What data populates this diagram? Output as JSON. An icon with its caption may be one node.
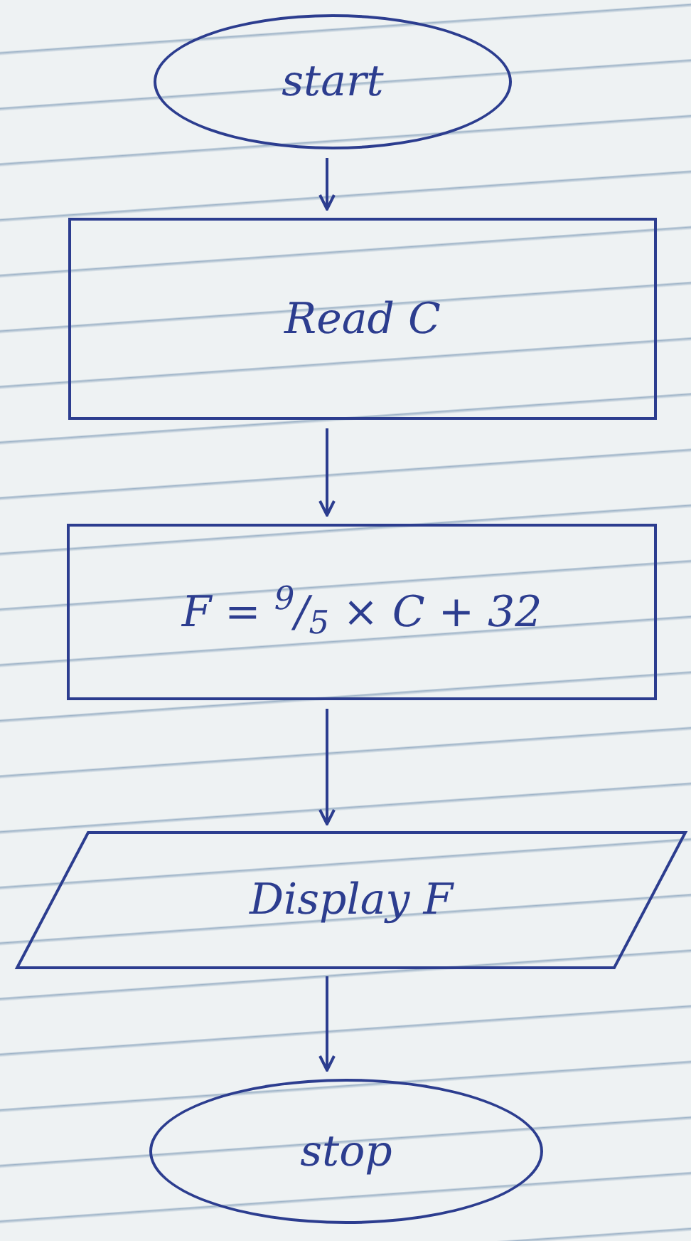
{
  "diagram": {
    "nodes": [
      {
        "text": [
          "start"
        ]
      },
      {
        "text": [
          "Read C"
        ]
      },
      {
        "text": [
          "F = $^{9}$/$_{5}$ × C + 32"
        ]
      },
      {
        "text": [
          "Display F"
        ]
      },
      {
        "text": [
          "stop"
        ]
      }
    ],
    "edges": [
      {
        "from": 0,
        "to": 1,
        "arrow": "to"
      },
      {
        "from": 1,
        "to": 2,
        "arrow": "to"
      },
      {
        "from": 2,
        "to": 3,
        "arrow": "to"
      },
      {
        "from": 3,
        "to": 4,
        "arrow": "to"
      }
    ]
  }
}
